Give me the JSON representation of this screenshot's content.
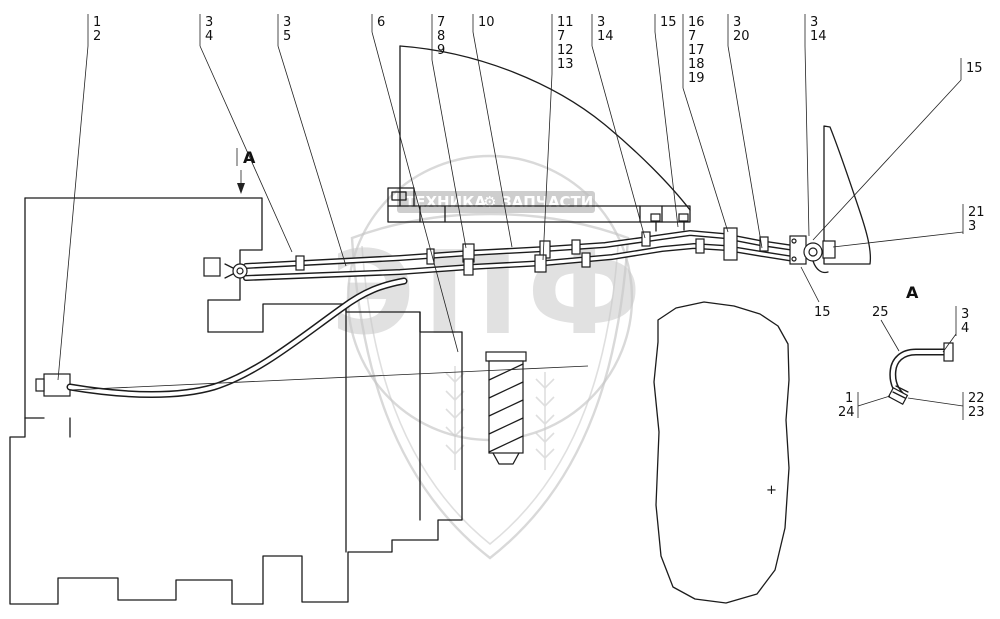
{
  "watermark": {
    "brand": "ЭПФ",
    "tagline_left": "ТЕХНИКА",
    "gear_glyph": "⚙",
    "tagline_right": "ЗАПЧАСТИ"
  },
  "callouts": {
    "top": [
      {
        "labels": [
          "1",
          "2"
        ]
      },
      {
        "labels": [
          "3",
          "4"
        ]
      },
      {
        "labels": [
          "3",
          "5"
        ]
      },
      {
        "labels": [
          "6"
        ]
      },
      {
        "labels": [
          "7",
          "8",
          "9"
        ]
      },
      {
        "labels": [
          "10"
        ]
      },
      {
        "labels": [
          "11",
          "7",
          "12",
          "13"
        ]
      },
      {
        "labels": [
          "3",
          "14"
        ]
      },
      {
        "labels": [
          "15"
        ]
      },
      {
        "labels": [
          "16",
          "7",
          "17",
          "18",
          "19"
        ]
      },
      {
        "labels": [
          "3",
          "20"
        ]
      },
      {
        "labels": [
          "3",
          "14"
        ]
      }
    ],
    "right_top": [
      "15"
    ],
    "right_flange": [
      "21",
      "3"
    ],
    "flange_below": [
      "15"
    ],
    "view_arrow_label": "A",
    "detail_title": "A",
    "detail": {
      "elbow_top": [
        "25"
      ],
      "elbow_right": [
        "3",
        "4"
      ],
      "elbow_left": [
        "1",
        "24"
      ],
      "elbow_bottom_right": [
        "22",
        "23"
      ]
    },
    "plus_mark": "+"
  }
}
